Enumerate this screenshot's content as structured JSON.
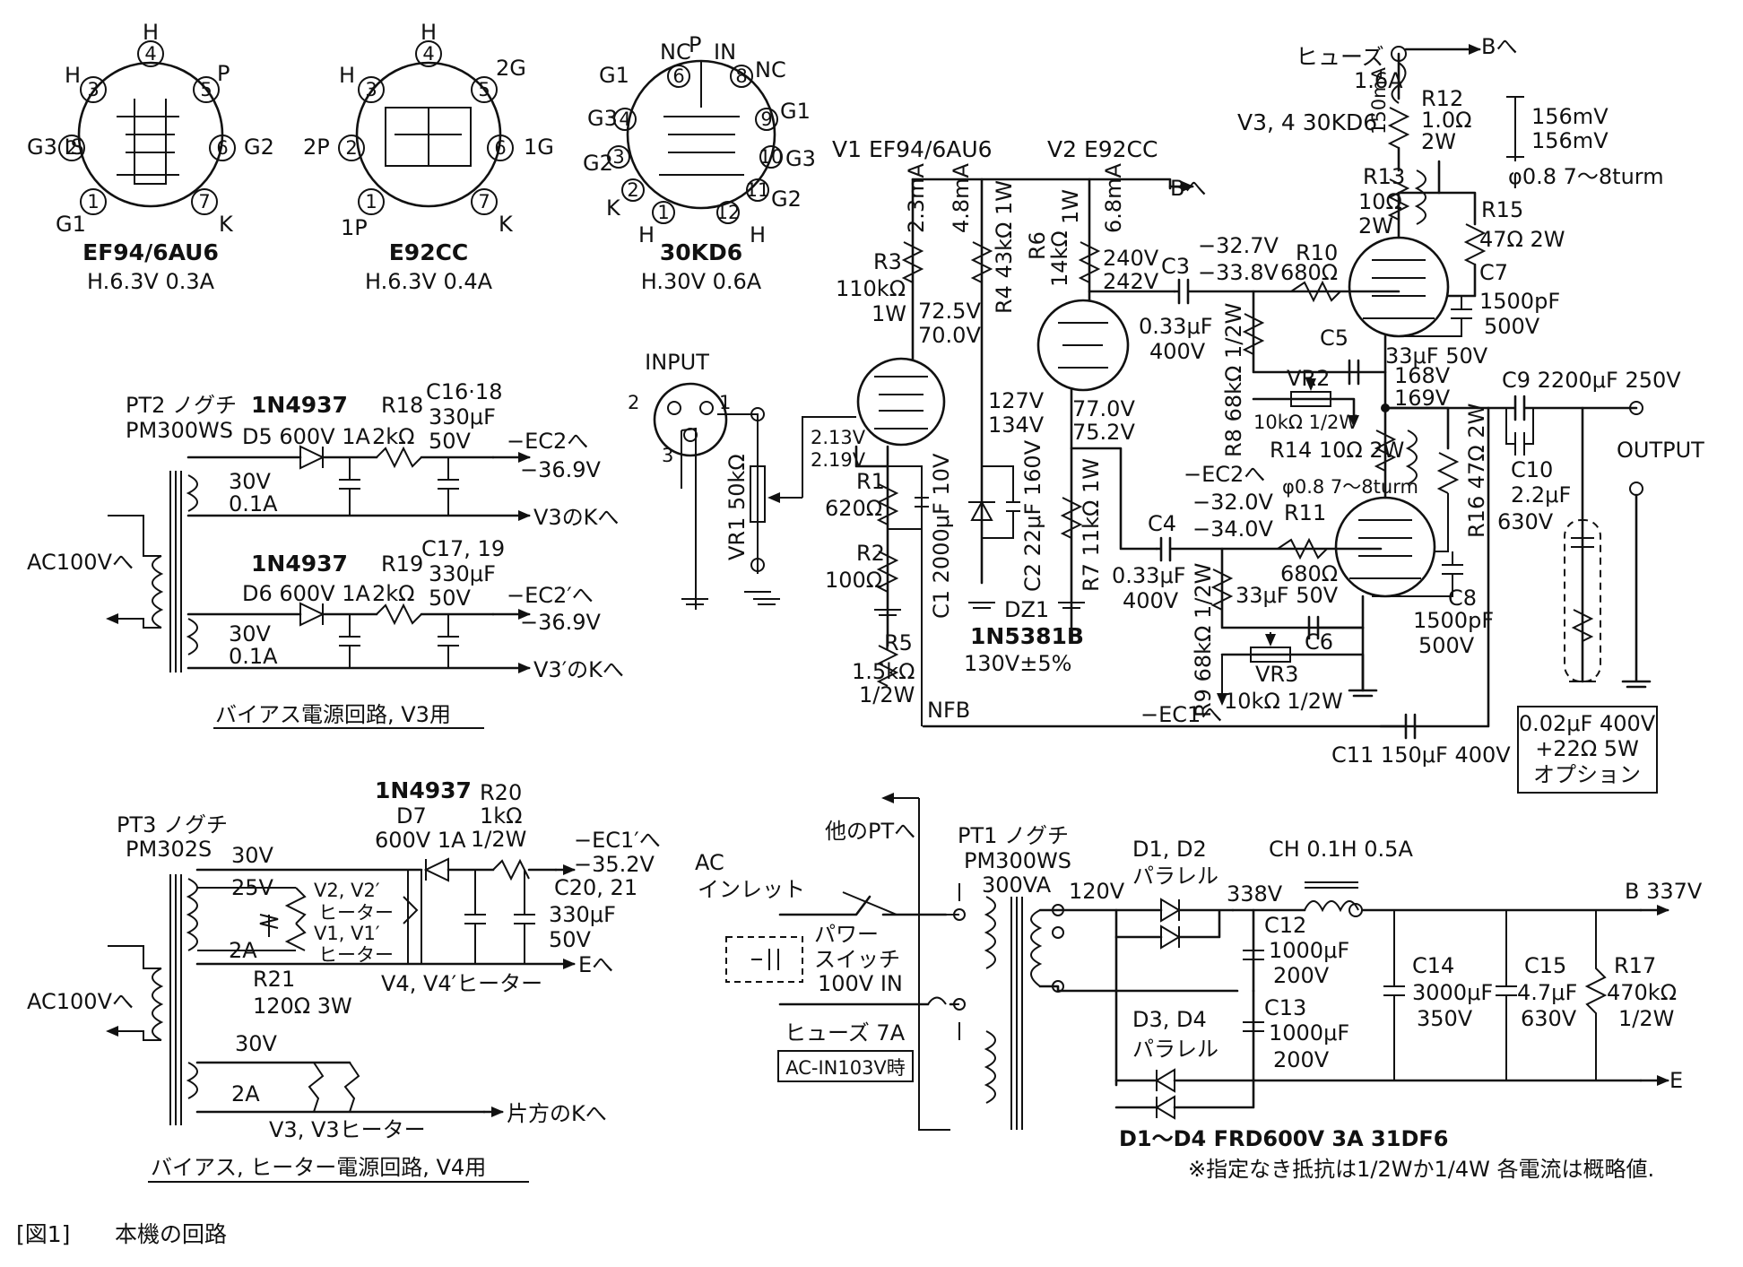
{
  "figure": {
    "number": "[図1]",
    "caption": "本機の回路"
  },
  "tube_bases": [
    {
      "name": "EF94/6AU6",
      "heater": "H.6.3V 0.3A",
      "pins": [
        "1",
        "2",
        "3",
        "4",
        "5",
        "6",
        "7"
      ],
      "pin_labels": [
        "G1",
        "G3 IS",
        "H",
        "H",
        "P",
        "G2",
        "K"
      ]
    },
    {
      "name": "E92CC",
      "heater": "H.6.3V 0.4A",
      "pins": [
        "1",
        "2",
        "3",
        "4",
        "5",
        "6",
        "7"
      ],
      "pin_labels": [
        "1P",
        "2P",
        "H",
        "H",
        "2G",
        "1G",
        "K"
      ]
    },
    {
      "name": "30KD6",
      "heater": "H.30V 0.6A",
      "pins": [
        "1",
        "2",
        "3",
        "4",
        "5",
        "6",
        "7",
        "8",
        "9",
        "10",
        "11",
        "12"
      ],
      "pin_labels": [
        "H",
        "K",
        "G2",
        "G3",
        "G1",
        "NC",
        "P",
        "IN",
        "NC",
        "G1",
        "G3",
        "G2",
        "H"
      ]
    }
  ],
  "tube_labels": {
    "v1": "V1 EF94/6AU6",
    "v2": "V2 E92CC",
    "v34": "V3, 4 30KD6"
  },
  "main_amp": {
    "input": "INPUT",
    "input_pins": [
      "1",
      "2",
      "3"
    ],
    "vr1": "VR1 50kΩ",
    "r3": [
      "R3",
      "110kΩ",
      "1W"
    ],
    "i_r3": "2.3mA",
    "i_r4": "4.8mA",
    "r4": "R4 43kΩ 1W",
    "v_v1_plate": [
      "72.5V",
      "70.0V"
    ],
    "v_v1_g2": [
      "127V",
      "134V"
    ],
    "v_v1_k": [
      "2.13V",
      "2.19V"
    ],
    "r1": [
      "R1",
      "620Ω"
    ],
    "r2": [
      "R2",
      "100Ω"
    ],
    "r5": [
      "R5",
      "1.5kΩ",
      "1/2W"
    ],
    "c1": "C1 2000μF 10V",
    "c2": "C2 22μF 160V",
    "dz1": [
      "DZ1",
      "1N5381B",
      "130V±5%"
    ],
    "nfb": "NFB",
    "r6": [
      "R6",
      "14kΩ",
      "1W"
    ],
    "i_r6": "6.8mA",
    "v_v2_plate": [
      "240V",
      "242V"
    ],
    "v_v2_k": [
      "77.0V",
      "75.2V"
    ],
    "r7": "R7 11kΩ 1W",
    "b_to": "Bへ",
    "c3": [
      "C3",
      "0.33μF",
      "400V"
    ],
    "c4": [
      "C4",
      "0.33μF",
      "400V"
    ],
    "v_g_upper": [
      "−32.7V",
      "−33.8V"
    ],
    "v_g_lower": [
      "−32.0V",
      "−34.0V"
    ],
    "r8": "R8 68kΩ 1/2W",
    "r9": "R9 68kΩ 1/2W",
    "r10": [
      "R10",
      "680Ω"
    ],
    "r11": [
      "R11",
      "680Ω"
    ],
    "vr2": [
      "VR2",
      "10kΩ 1/2W"
    ],
    "vr3": [
      "VR3",
      "10kΩ 1/2W"
    ],
    "c5": [
      "C5",
      "33μF 50V"
    ],
    "c6": [
      "C6",
      "33μF 50V"
    ],
    "ec2": "−EC2へ",
    "ec1": "−EC1へ",
    "fuse": [
      "ヒューズ",
      "1.6A"
    ],
    "fuse_to": "Bへ",
    "i_plate": "150mA",
    "r12": [
      "R12",
      "1.0Ω",
      "2W"
    ],
    "r13": [
      "R13",
      "10Ω",
      "2W"
    ],
    "coil": "φ0.8 7〜8turm",
    "coil2": "φ0.8 7〜8turm",
    "r14": "R14 10Ω 2W",
    "r15": [
      "R15",
      "47Ω 2W"
    ],
    "r16": "R16 47Ω 2W",
    "meas": [
      "156mV",
      "156mV"
    ],
    "c7": [
      "C7",
      "1500pF",
      "500V"
    ],
    "c8": [
      "C8",
      "1500pF",
      "500V"
    ],
    "v_mid": [
      "168V",
      "169V"
    ],
    "c9": "C9 2200μF 250V",
    "c10": [
      "C10",
      "2.2μF",
      "630V"
    ],
    "c11": "C11 150μF 400V",
    "output": "OUTPUT",
    "option": [
      "0.02μF 400V",
      "+22Ω 5W",
      "オプション"
    ]
  },
  "bias_v3": {
    "pt": [
      "PT2 ノグチ",
      "PM300WS"
    ],
    "ac": "AC100Vへ",
    "d5": [
      "1N4937",
      "D5 600V 1A"
    ],
    "d6": [
      "1N4937",
      "D6 600V 1A"
    ],
    "r18": [
      "R18",
      "2kΩ"
    ],
    "r19": [
      "R19",
      "2kΩ"
    ],
    "c1618": [
      "C16·18",
      "330μF",
      "50V"
    ],
    "c1719": [
      "C17, 19",
      "330μF",
      "50V"
    ],
    "sec": [
      "30V",
      "0.1A"
    ],
    "out1": [
      "−EC2へ",
      "−36.9V"
    ],
    "out2": [
      "−EC2′へ",
      "−36.9V"
    ],
    "k1": "V3のKへ",
    "k2": "V3′のKへ",
    "title": "バイアス電源回路, V3用"
  },
  "bias_v4": {
    "pt": [
      "PT3 ノグチ",
      "PM302S"
    ],
    "ac": "AC100Vへ",
    "d7": [
      "1N4937",
      "D7",
      "600V 1A"
    ],
    "r20": [
      "R20",
      "1kΩ",
      "1/2W"
    ],
    "c2021": [
      "C20, 21",
      "330μF",
      "50V"
    ],
    "out": [
      "−EC1′へ",
      "−35.2V"
    ],
    "e": "Eへ",
    "taps": [
      "30V",
      "25V",
      "2A"
    ],
    "heater_a": [
      "V2, V2′",
      "ヒーター"
    ],
    "heater_b": [
      "V1, V1′",
      "ヒーター"
    ],
    "r21": [
      "R21",
      "120Ω 3W"
    ],
    "v4h": "V4, V4′ヒーター",
    "sec2": [
      "30V",
      "2A"
    ],
    "v3h": "V3, V3ヒーター",
    "k": "片方のKへ",
    "title": "バイアス, ヒーター電源回路, V4用"
  },
  "psu": {
    "other_pt": "他のPTへ",
    "ac_inlet": [
      "AC",
      "インレット"
    ],
    "power_switch": [
      "パワー",
      "スイッチ",
      "100V IN"
    ],
    "fuse": "ヒューズ 7A",
    "ac_in_note": "AC-IN103V時",
    "pt1": [
      "PT1 ノグチ",
      "PM300WS",
      "300VA"
    ],
    "v120": "120V",
    "d12": [
      "D1, D2",
      "パラレル"
    ],
    "d34": [
      "D3, D4",
      "パラレル"
    ],
    "v338": "338V",
    "ch": "CH 0.1H 0.5A",
    "b337": "B 337V",
    "c12": [
      "C12",
      "1000μF",
      "200V"
    ],
    "c13": [
      "C13",
      "1000μF",
      "200V"
    ],
    "c14": [
      "C14",
      "3000μF",
      "350V"
    ],
    "c15": [
      "C15",
      "4.7μF",
      "630V"
    ],
    "r17": [
      "R17",
      "470kΩ",
      "1/2W"
    ],
    "e": "E",
    "diodes": "D1〜D4 FRD600V 3A 31DF6"
  },
  "note": "※指定なき抵抗は1/2Wか1/4W 各電流は概略値."
}
